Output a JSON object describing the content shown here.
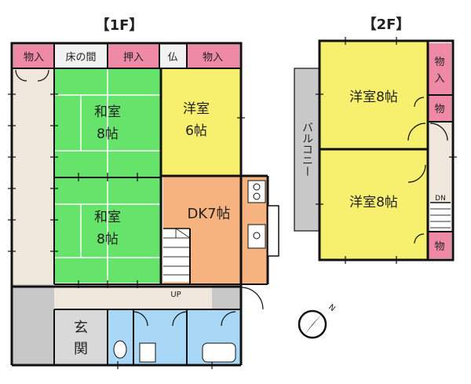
{
  "floors": {
    "first": {
      "title": "【1F】",
      "rooms": {
        "storage_top_left": "物入",
        "tokonoma": "床の間",
        "oshiire": "押入",
        "butsudan": "仏",
        "storage_top_right": "物入",
        "washitsu_upper_name": "和室",
        "washitsu_upper_size": "8帖",
        "washitsu_lower_name": "和室",
        "washitsu_lower_size": "8帖",
        "youshitsu_name": "洋室",
        "youshitsu_size": "6帖",
        "dk": "DK7帖",
        "genkan_1": "玄",
        "genkan_2": "関",
        "stairs_up": "UP"
      }
    },
    "second": {
      "title": "【2F】",
      "rooms": {
        "balcony": "バルコニー",
        "room_upper": "洋室8帖",
        "room_lower": "洋室8帖",
        "storage_upper_1": "物",
        "storage_upper_2": "入",
        "storage_middle": "物",
        "storage_lower": "物",
        "stairs_down": "DN"
      }
    }
  },
  "compass": {
    "label": "N"
  },
  "colors": {
    "tatami": "#66e36a",
    "western_room": "#f7ef6e",
    "dk": "#f6b27f",
    "storage": "#ef8aa6",
    "corridor": "#efe6dc",
    "water": "#a9d7f6",
    "grey": "#c8c8c8",
    "wall": "#111111"
  }
}
